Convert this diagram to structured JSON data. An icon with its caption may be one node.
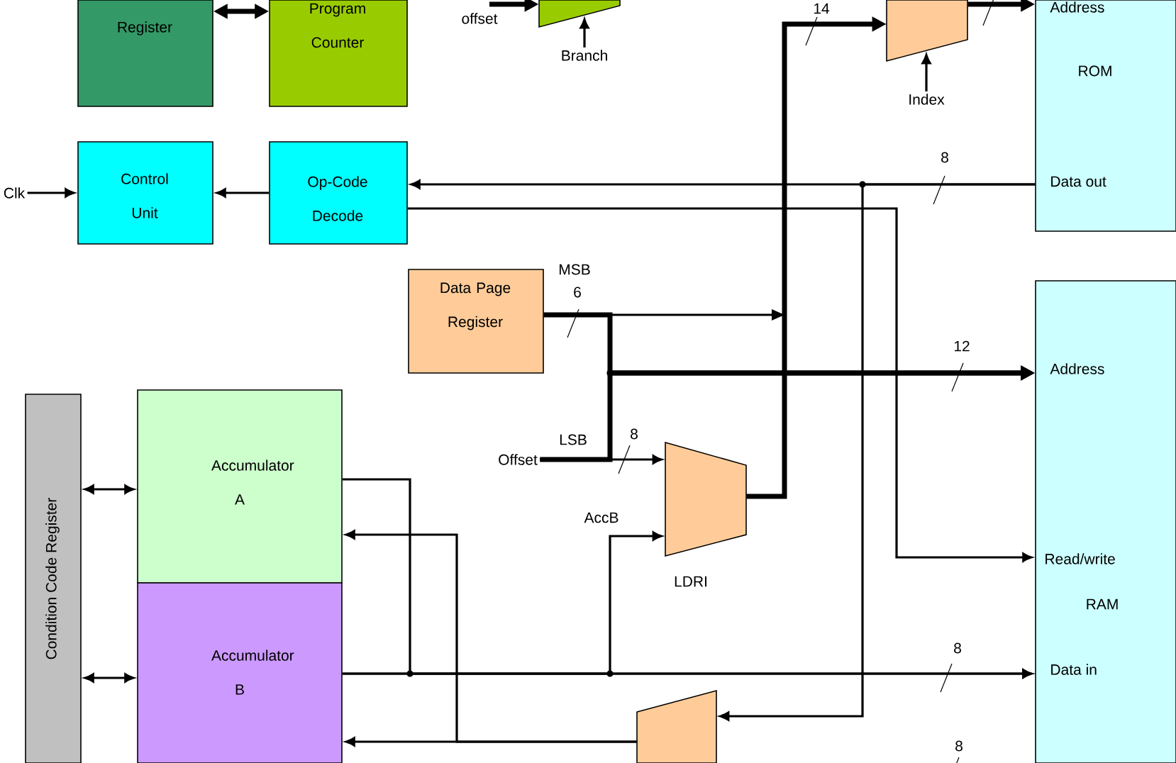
{
  "diagram": {
    "nodes": [
      {
        "text": [
          "Register"
        ]
      },
      {
        "text": [
          "Program Counter"
        ]
      },
      {
        "text": [],
        "shape": "trapezoid"
      },
      {
        "text": [
          "Branch"
        ]
      },
      {
        "text": [
          "Control Unit"
        ]
      },
      {
        "text": [
          "Op-Code Decode"
        ]
      },
      {
        "text": [
          "Clk"
        ]
      },
      {
        "text": [
          "Address",
          "ROM",
          "Data out"
        ]
      },
      {
        "text": [],
        "shape": "trapezoid"
      },
      {
        "text": [
          "Index"
        ]
      },
      {
        "text": [
          "Data Page Register"
        ]
      },
      {
        "text": [
          "Address",
          "Read/write",
          "RAM",
          "Data in"
        ]
      },
      {
        "text": [
          "Condition Code Register"
        ]
      },
      {
        "text": [
          "Accumulator A"
        ]
      },
      {
        "text": [
          "Accumulator B"
        ]
      },
      {
        "text": [],
        "shape": "trapezoid"
      },
      {
        "text": [
          "LDRI"
        ]
      },
      {
        "text": [
          "Offset"
        ]
      },
      {
        "text": [],
        "shape": "trapezoid"
      }
    ],
    "edges": [
      {
        "from": 0,
        "to": 1,
        "arrow": "both",
        "style": "thick"
      },
      {
        "from": null,
        "to": 2,
        "arrow": "to",
        "style": "thick",
        "label": "offset"
      },
      {
        "from": 3,
        "to": 2,
        "arrow": "to"
      },
      {
        "from": 9,
        "to": 8,
        "arrow": "to"
      },
      {
        "from": 5,
        "to": 4,
        "arrow": "to"
      },
      {
        "from": 6,
        "to": 4,
        "arrow": "to"
      },
      {
        "from": 7,
        "to": 5,
        "arrow": "to",
        "label": "8"
      },
      {
        "from": 5,
        "to": 11,
        "arrow": "to"
      },
      {
        "from": 7,
        "to": 18,
        "arrow": "to"
      },
      {
        "from": 8,
        "to": 7,
        "arrow": "to",
        "style": "thick"
      },
      {
        "from": 15,
        "to": 8,
        "arrow": "to",
        "style": "thick",
        "label": "14"
      },
      {
        "from": 10,
        "to": 11,
        "arrow": "to",
        "style": "thick",
        "label": "12"
      },
      {
        "from": 10,
        "to": 8,
        "arrow": "to",
        "label": "6"
      },
      {
        "from": 17,
        "to": 15,
        "arrow": "to",
        "label": "8"
      },
      {
        "from": 17,
        "to": 11,
        "arrow": "to",
        "style": "thick"
      },
      {
        "from": 14,
        "to": 15,
        "arrow": "to",
        "label": "AccB"
      },
      {
        "from": 14,
        "to": 11,
        "arrow": "to",
        "label": "8"
      },
      {
        "from": 13,
        "to": 11,
        "arrow": "to"
      },
      {
        "from": 18,
        "to": 13,
        "arrow": "to"
      },
      {
        "from": 18,
        "to": 14,
        "arrow": "to"
      },
      {
        "from": 12,
        "to": 13,
        "arrow": "both"
      },
      {
        "from": 12,
        "to": 14,
        "arrow": "both"
      }
    ],
    "labels": [
      "MSB",
      "LSB",
      "8"
    ]
  }
}
